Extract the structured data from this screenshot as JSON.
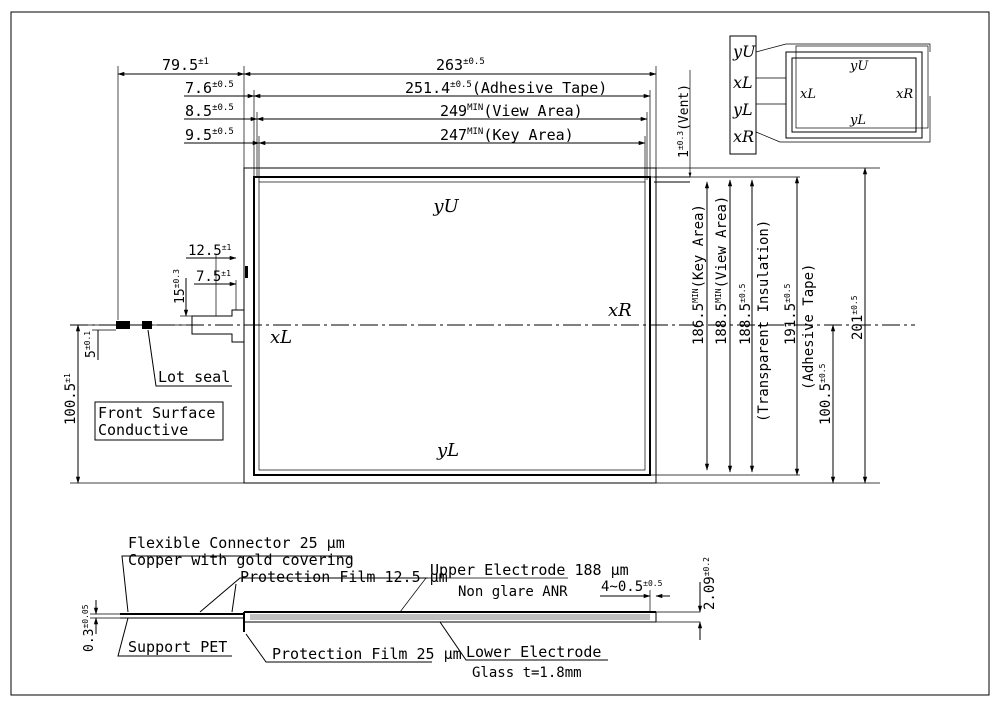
{
  "electrodes": {
    "top": "yU",
    "bottom": "yL",
    "left": "xL",
    "right": "xR"
  },
  "top_dims": {
    "overall": {
      "value": "263",
      "tol": "±0.5"
    },
    "adhesive": {
      "value": "251.4",
      "tol": "±0.5",
      "label": "(Adhesive Tape)"
    },
    "view": {
      "value": "249",
      "tol": "MIN",
      "label": "(View Area)"
    },
    "key": {
      "value": "247",
      "tol": "MIN",
      "label": "(Key Area)"
    },
    "tail_length": {
      "value": "79.5",
      "tol": "±1"
    },
    "offset_adhesive": {
      "value": "7.6",
      "tol": "±0.5"
    },
    "offset_view": {
      "value": "8.5",
      "tol": "±0.5"
    },
    "offset_key": {
      "value": "9.5",
      "tol": "±0.5"
    },
    "vent": {
      "value": "1",
      "tol": "±0.3",
      "label": "(Vent)"
    }
  },
  "right_dims": {
    "key": {
      "value": "186.5",
      "tol": "MIN",
      "label": "(Key Area)"
    },
    "view": {
      "value": "188.5",
      "tol": "MIN",
      "label": "(View Area)"
    },
    "insulation": {
      "value": "188.5",
      "tol": "±0.5",
      "label": "(Transparent Insulation)"
    },
    "adhesive": {
      "value": "191.5",
      "tol": "±0.5",
      "label": "(Adhesive Tape)"
    },
    "overall": {
      "value": "201",
      "tol": "±0.5"
    },
    "half": {
      "value": "100.5",
      "tol": "±0.5"
    }
  },
  "tail_dims": {
    "width_outer": {
      "value": "12.5",
      "tol": "±1"
    },
    "width_inner": {
      "value": "7.5",
      "tol": "±1"
    },
    "height": {
      "value": "15",
      "tol": "±0.3"
    },
    "pitch": {
      "value": "5",
      "tol": "±0.1"
    },
    "left_half": {
      "value": "100.5",
      "tol": "±1"
    }
  },
  "notes": {
    "lot_seal": "Lot seal",
    "front_line1": "Front Surface",
    "front_line2": "Conductive"
  },
  "section": {
    "flex_line1": "Flexible Connector 25 µm",
    "flex_line2": "Copper with gold covering",
    "prot_film_top": "Protection Film 12.5 µm",
    "upper_electrode": "Upper Electrode 188 µm",
    "non_glare": "Non glare  ANR",
    "gap": "4~0.5",
    "gap_tol": "±0.5",
    "thickness": "2.09",
    "thickness_tol": "±0.2",
    "support_thk": "0.3",
    "support_thk_tol": "±0.05",
    "support_pet": "Support PET",
    "prot_film_bottom": "Protection Film 25 µm",
    "lower_electrode": "Lower Electrode",
    "glass": "Glass   t=1.8mm"
  }
}
